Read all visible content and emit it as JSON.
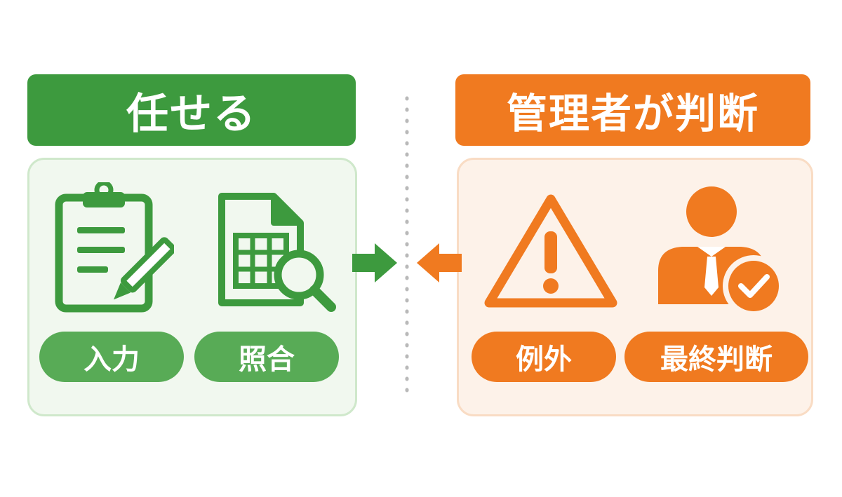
{
  "colors": {
    "green": "#3d9a3e",
    "green_light": "#58ab56",
    "orange": "#f07a20",
    "divider": "#b9b9b9"
  },
  "left": {
    "header": "任せる",
    "items": [
      {
        "label": "入力",
        "icon": "clipboard-pencil-icon"
      },
      {
        "label": "照合",
        "icon": "spreadsheet-magnifier-icon"
      }
    ]
  },
  "right": {
    "header": "管理者が判断",
    "items": [
      {
        "label": "例外",
        "icon": "warning-triangle-icon"
      },
      {
        "label": "最終判断",
        "icon": "person-check-icon"
      }
    ]
  }
}
